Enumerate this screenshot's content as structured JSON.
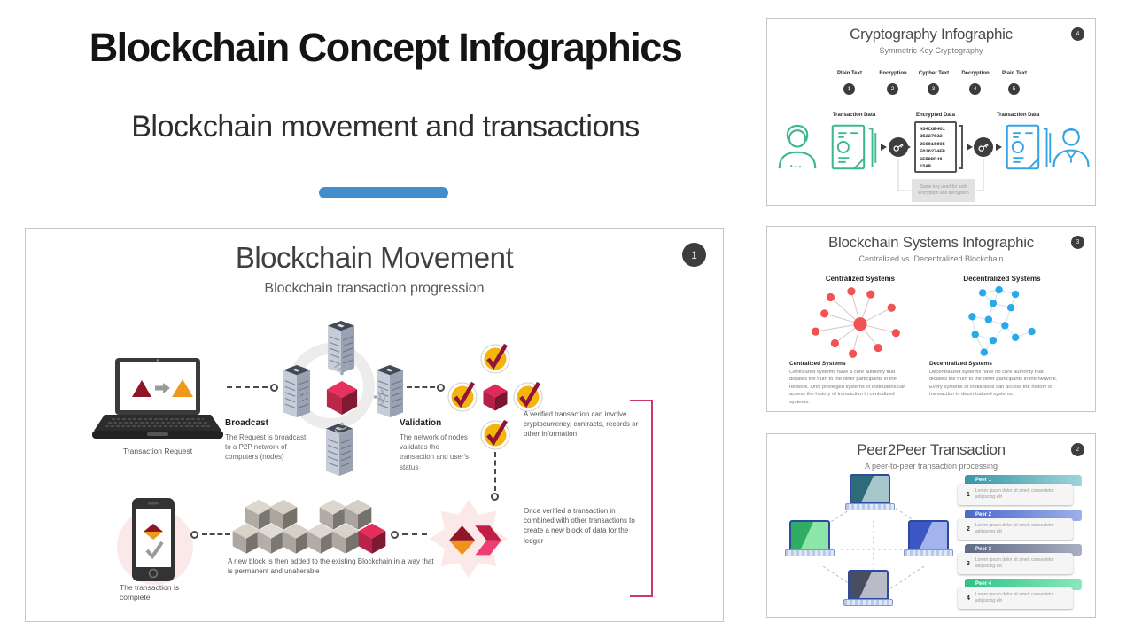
{
  "header": {
    "title": "Blockchain Concept Infographics",
    "subtitle": "Blockchain movement and transactions"
  },
  "colors": {
    "accent_blue_bar": "#428dcb",
    "badge_dark": "#3d3d3d",
    "red_cube": "#e8315c",
    "check_yellow": "#f5b40c",
    "check_stroke": "#8e1537",
    "bracket_pink": "#cc3a6b",
    "crypto_green": "#3cb98b",
    "crypto_blue": "#35a3e3",
    "centralized_node_red": "#f25252",
    "decentralized_node_blue": "#2aa9e9"
  },
  "icons": {
    "laptop-icon": "svg-shape",
    "server-icon": "svg-shape",
    "cube-icon": "svg-shape",
    "check-icon": "svg-check",
    "wifi-icon": "svg-arcs",
    "key-icon": "svg-key",
    "phone-icon": "svg-shape",
    "starburst-icon": "svg-star",
    "person-icon": "svg-outline",
    "document-stack-icon": "svg-outline"
  },
  "main_slide": {
    "badge": "1",
    "title": "Blockchain Movement",
    "subtitle": "Blockchain transaction progression",
    "transaction_request": "Transaction Request",
    "broadcast_title": "Broadcast",
    "broadcast_body": "The Request is broadcast to a P2P network of computers (nodes)",
    "validation_title": "Validation",
    "validation_body": "The network of nodes validates the transaction and user's status",
    "verified_note": "A verified transaction can involve cryptocurrency, contracts, records or other information",
    "ledger_note": "Once verified a transaction in combined with other transactions to create a new block of data for the ledger",
    "new_block_note": "A new block is then added to the existing Blockchain in a way that is permanent and unalterable",
    "complete_note": "The transaction is complete"
  },
  "crypto_slide": {
    "badge": "4",
    "title": "Cryptography Infographic",
    "subtitle": "Symmetric Key Cryptography",
    "steps": [
      {
        "n": "1",
        "label": "Plain Text"
      },
      {
        "n": "2",
        "label": "Encryption"
      },
      {
        "n": "3",
        "label": "Cypher Text"
      },
      {
        "n": "4",
        "label": "Decryption"
      },
      {
        "n": "5",
        "label": "Plain Text"
      }
    ],
    "left_doc_label": "Transaction Data",
    "encrypted_doc_label": "Encrypted Data",
    "right_doc_label": "Transaction Data",
    "encrypted_lines": [
      "434C6E481",
      "35227832",
      "2C9616805",
      "E636274FB",
      "CE5DDF46",
      "15AB"
    ],
    "key_note": "Same key used for both encryption and decryption"
  },
  "systems_slide": {
    "badge": "3",
    "title": "Blockchain Systems Infographic",
    "subtitle": "Centralized vs. Decentralized Blockchain",
    "centralized": {
      "heading": "Centralized Systems",
      "body": "Centralized systems have a core authority that dictates the truth to the other participants in the network. Only privileged systems or institutions can access the history of transaction in centralized systems."
    },
    "decentralized": {
      "heading": "Decentralized Systems",
      "body": "Decentralized systems have no core authority that dictates the truth to the other participants in the network. Every systems or institutions can access the history of transaction in decentralized systems."
    }
  },
  "p2p_slide": {
    "badge": "2",
    "title": "Peer2Peer Transaction",
    "subtitle": "A peer-to-peer transaction processing",
    "peers": [
      {
        "label": "Peer 1",
        "num": "1",
        "text": "Lorem ipsum dolor sit amet, consectetur adipiscing elit"
      },
      {
        "label": "Peer 2",
        "num": "2",
        "text": "Lorem ipsum dolor sit amet, consectetur adipiscing elit"
      },
      {
        "label": "Peer 3",
        "num": "3",
        "text": "Lorem ipsum dolor sit amet, consectetur adipiscing elit"
      },
      {
        "label": "Peer 4",
        "num": "4",
        "text": "Lorem ipsum dolor sit amet, consectetur adipiscing elit"
      }
    ]
  }
}
